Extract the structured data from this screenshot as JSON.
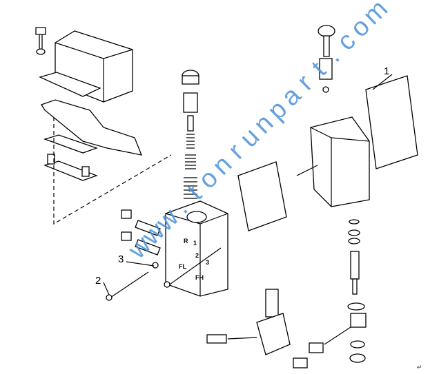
{
  "callouts": {
    "one": "1",
    "two": "2",
    "three": "3"
  },
  "port_labels": {
    "r": "R",
    "p1": "1",
    "p2": "2",
    "p3": "3",
    "fl": "FL",
    "fh": "FH"
  },
  "watermark": "www.tonrunpart.com",
  "return_mark": "↵",
  "colors": {
    "watermark": "#4a90d9",
    "line": "#000000"
  }
}
